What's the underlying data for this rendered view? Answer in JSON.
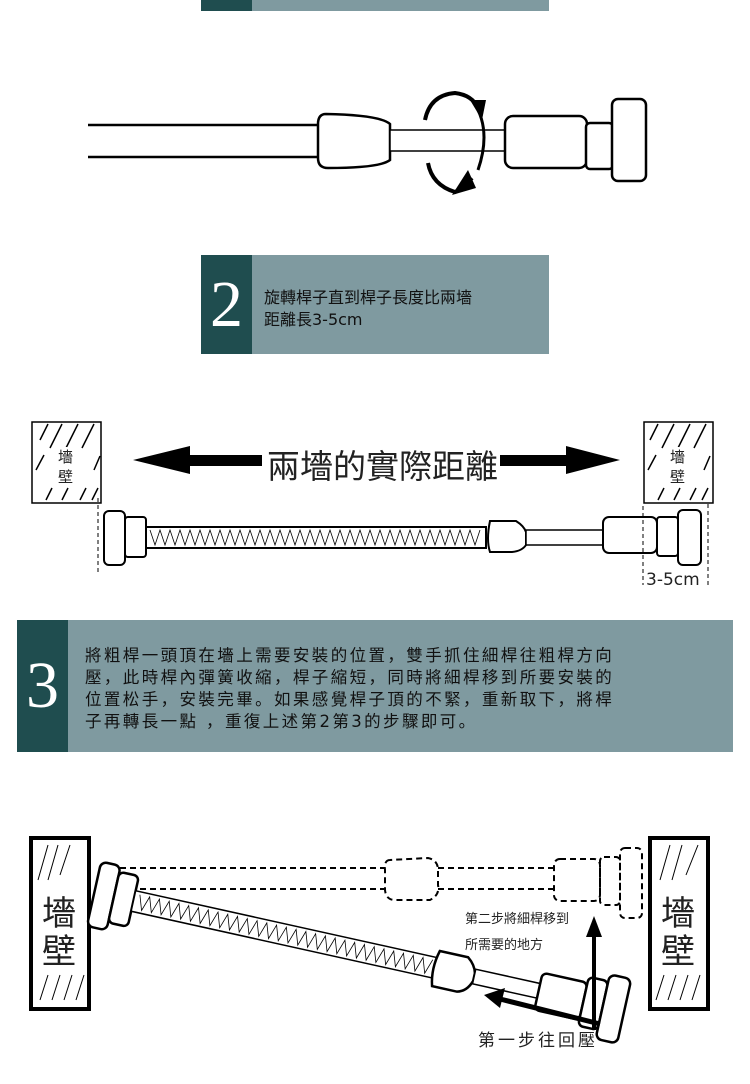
{
  "colors": {
    "step_dark": "#1f4d4f",
    "step_light": "#7f9aa0"
  },
  "step2": {
    "number": "2",
    "line1": "旋轉桿子直到桿子長度比兩墻",
    "line2": "距離長3-5cm"
  },
  "diagram2": {
    "distance_label": "兩墻的實際距離",
    "wall_left_line1": "墻",
    "wall_left_line2": "壁",
    "wall_right_line1": "墻",
    "wall_right_line2": "壁",
    "extra_length": "3-5cm"
  },
  "step3": {
    "number": "3",
    "lines": [
      "將粗桿一頭頂在墻上需要安裝的位置，雙手抓住細桿往粗桿方向",
      "壓，此時桿內彈簧收縮，桿子縮短，同時將細桿移到所要安裝的",
      "位置松手，安裝完畢。如果感覺桿子頂的不緊，重新取下，將桿",
      "子再轉長一點 ，重復上述第2第3的步驟即可。"
    ]
  },
  "diagram3": {
    "wall_left_line1": "墻",
    "wall_left_line2": "壁",
    "wall_right_line1": "墻",
    "wall_right_line2": "壁",
    "step_two_line1": "第二步將細桿移到",
    "step_two_line2": "所需要的地方",
    "step_one": "第一步往回壓"
  }
}
